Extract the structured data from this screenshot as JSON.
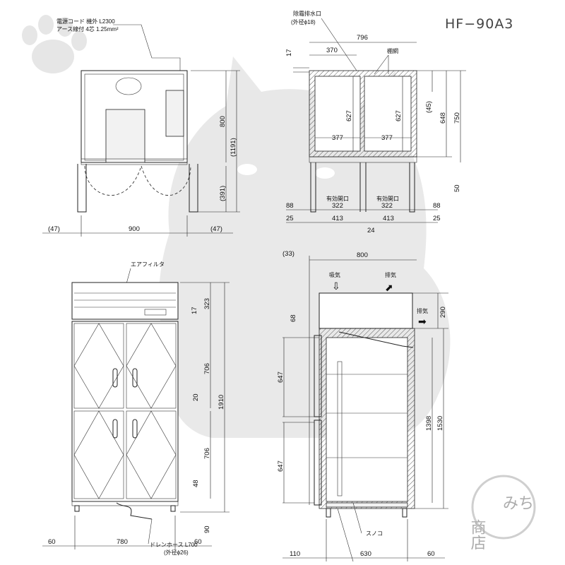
{
  "model": "HF−90A3",
  "top_view": {
    "cord_line1": "電源コード 機外 L2300",
    "cord_line2": "アース線付 4芯 1.25mm²",
    "dim_height_body": "800",
    "dim_height_total": "(1191)",
    "dim_door_swing": "(391)",
    "dim_width": "900",
    "dim_left_clear": "(47)",
    "dim_right_clear": "(47)"
  },
  "section_view": {
    "drain_label1": "除霜排水口",
    "drain_label2": "(外径ϕ18)",
    "net_label": "棚網",
    "dim_outer_width": "796",
    "dim_drain_pos": "370",
    "dim_top": "17",
    "dim_inner_h_left": "627",
    "dim_inner_h_right": "627",
    "dim_45": "(45)",
    "dim_648": "648",
    "dim_750": "750",
    "dim_inner_w_left": "377",
    "dim_inner_w_right": "377",
    "opening_left": "有効開口",
    "opening_right": "有効開口",
    "dim_open_left": "322",
    "dim_open_right": "322",
    "dim_88_left": "88",
    "dim_88_right": "88",
    "dim_25_left": "25",
    "dim_25_right": "25",
    "dim_413_left": "413",
    "dim_413_right": "413",
    "dim_24": "24",
    "dim_50": "50"
  },
  "front_view": {
    "filter_label": "エアフィルタ",
    "dim_323": "323",
    "dim_17": "17",
    "dim_706_top": "706",
    "dim_20": "20",
    "dim_1910": "1910",
    "dim_706_bottom": "706",
    "dim_48": "48",
    "dim_90": "90",
    "dim_60_left": "60",
    "dim_780": "780",
    "dim_60_right": "60",
    "hose_line1": "ドレンホース L700",
    "hose_line2": "(外径ϕ26)"
  },
  "side_view": {
    "dim_33": "(33)",
    "dim_800": "800",
    "intake": "吸気",
    "exhaust_top": "排気",
    "exhaust_side": "排気",
    "dim_290": "290",
    "dim_68": "68",
    "dim_647_top": "647",
    "dim_647_bottom": "647",
    "dim_1398": "1398",
    "dim_1530": "1530",
    "duckboard": "スノコ",
    "dim_110": "110",
    "dim_630": "630",
    "dim_60": "60"
  },
  "stamp_text": "商店",
  "stamp_text2": "みち"
}
